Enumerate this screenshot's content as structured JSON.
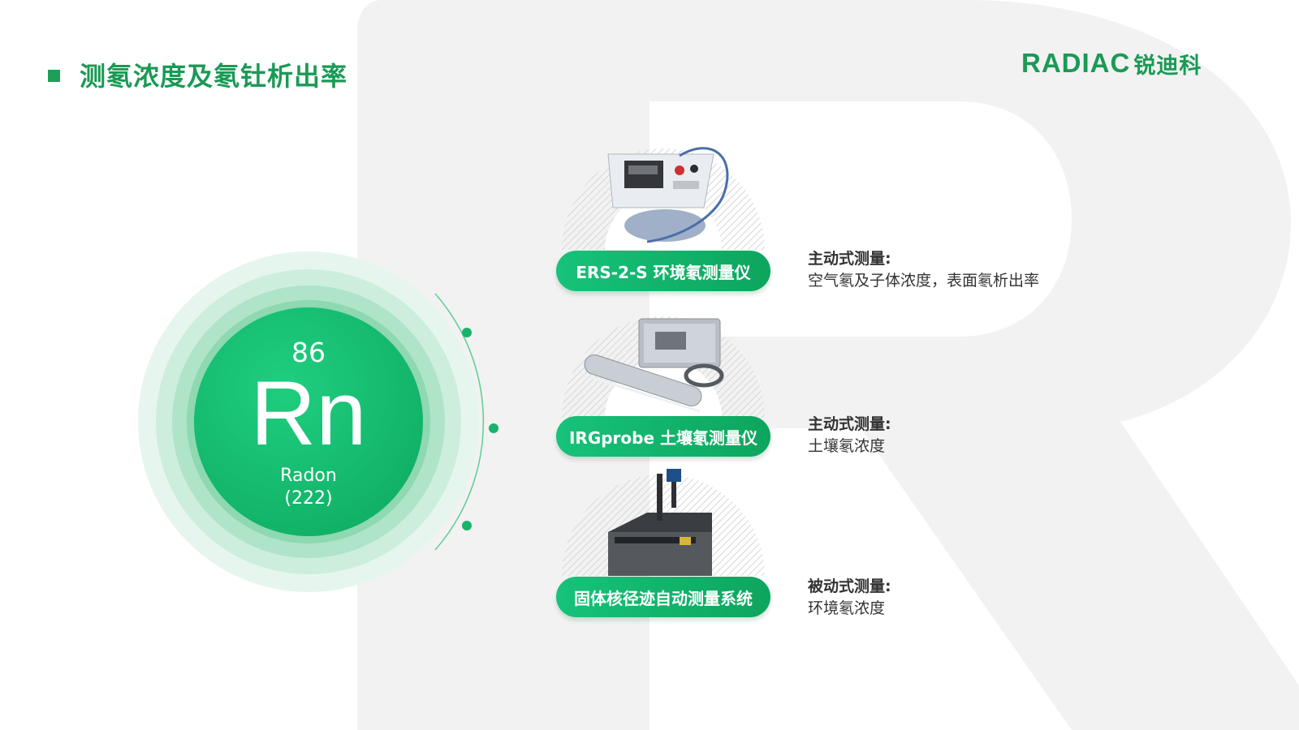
{
  "slide": {
    "title": "测氡浓度及氡钍析出率"
  },
  "brand": {
    "logo_latin": "RADIAC",
    "logo_chinese": "锐迪科",
    "accent_color": "#1a9a55"
  },
  "element": {
    "atomic_number": "86",
    "symbol": "Rn",
    "name": "Radon",
    "atomic_mass": "(222)"
  },
  "products": [
    {
      "name": "ERS-2-S 环境氡测量仪",
      "mode": "主动式测量:",
      "description": "空气氡及子体浓度，表面氡析出率",
      "image_icon": "radon-monitor-device-icon"
    },
    {
      "name": "IRGprobe 土壤氡测量仪",
      "mode": "主动式测量:",
      "description": "土壤氡浓度",
      "image_icon": "soil-radon-probe-icon"
    },
    {
      "name": "固体核径迹自动测量系统",
      "mode": "被动式测量:",
      "description": "环境氡浓度",
      "image_icon": "track-measurement-system-icon"
    }
  ]
}
